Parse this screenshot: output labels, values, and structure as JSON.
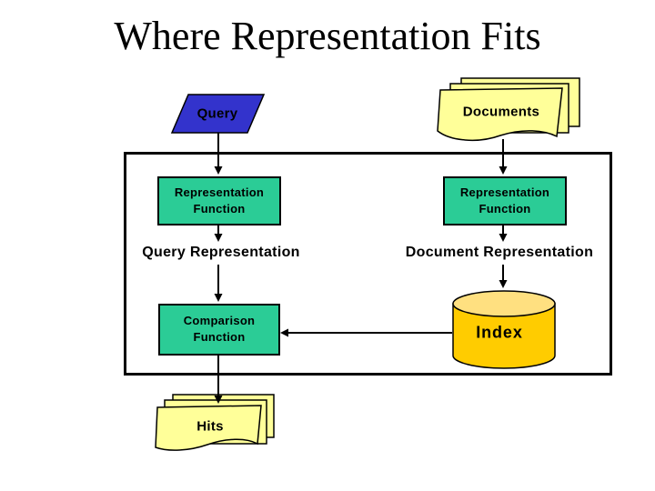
{
  "title": "Where Representation Fits",
  "colors": {
    "query_fill": "#3333CC",
    "function_box_fill": "#2BCC96",
    "document_fill": "#FFFF99",
    "index_body_fill": "#FFCC00",
    "index_top_fill": "#FFE080"
  },
  "nodes": {
    "query": {
      "label": "Query"
    },
    "documents": {
      "label": "Documents"
    },
    "query_representation_function": {
      "label": "Representation\nFunction"
    },
    "document_representation_function": {
      "label": "Representation\nFunction"
    },
    "query_representation": {
      "label": "Query Representation"
    },
    "document_representation": {
      "label": "Document Representation"
    },
    "comparison_function": {
      "label": "Comparison\nFunction"
    },
    "index": {
      "label": "Index"
    },
    "hits": {
      "label": "Hits"
    }
  }
}
